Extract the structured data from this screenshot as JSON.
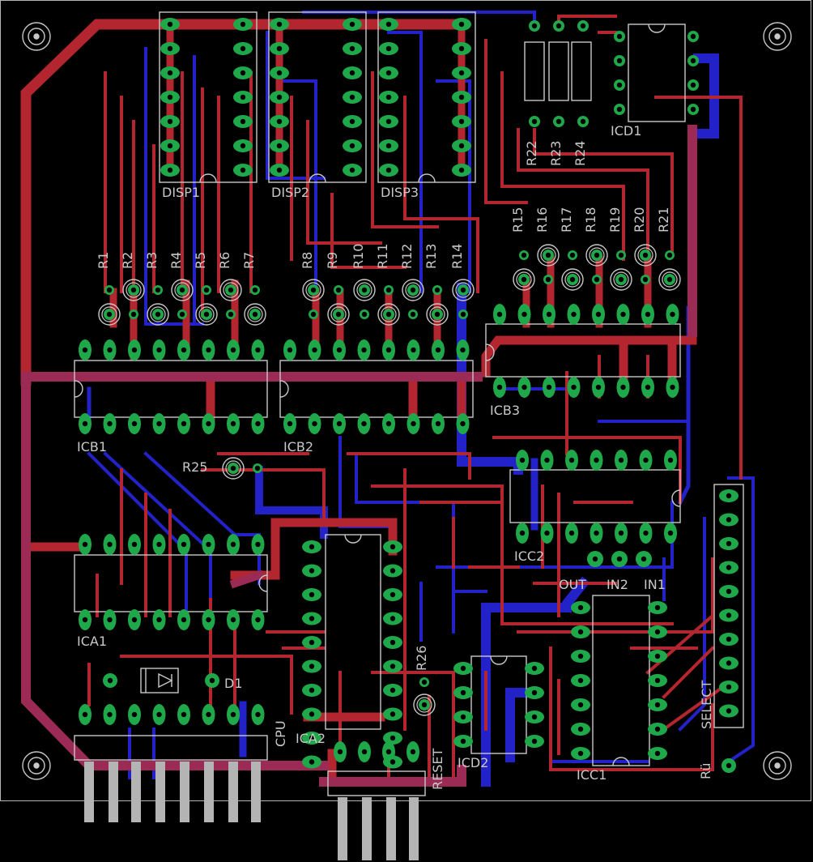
{
  "colors": {
    "background": "#000000",
    "top_copper": "#b3262f",
    "bottom_copper": "#2222c8",
    "pad": "#1fa84a",
    "silkscreen": "#c8c8c8",
    "board_edge": "#b4b4b4"
  },
  "components": {
    "displays": [
      "DISP1",
      "DISP2",
      "DISP3"
    ],
    "resistors_top": [
      "R1",
      "R2",
      "R3",
      "R4",
      "R5",
      "R6",
      "R7",
      "R8",
      "R9",
      "R10",
      "R11",
      "R12",
      "R13",
      "R14"
    ],
    "resistors_right": [
      "R15",
      "R16",
      "R17",
      "R18",
      "R19",
      "R20",
      "R21"
    ],
    "resistors_upper": [
      "R22",
      "R23",
      "R24"
    ],
    "r25": "R25",
    "r26": "R26",
    "ics": {
      "icd1": "ICD1",
      "icb1": "ICB1",
      "icb2": "ICB2",
      "icb3": "ICB3",
      "icc2": "ICC2",
      "ica1": "ICA1",
      "ica2": "ICA2",
      "icd2": "ICD2",
      "icc1": "ICC1"
    },
    "diode": "D1",
    "connectors": {
      "cpu": "CPU",
      "reset": "RESET",
      "select": "SELECT",
      "rue": "Rü",
      "out": "OUT",
      "in2": "IN2",
      "in1": "IN1"
    }
  }
}
